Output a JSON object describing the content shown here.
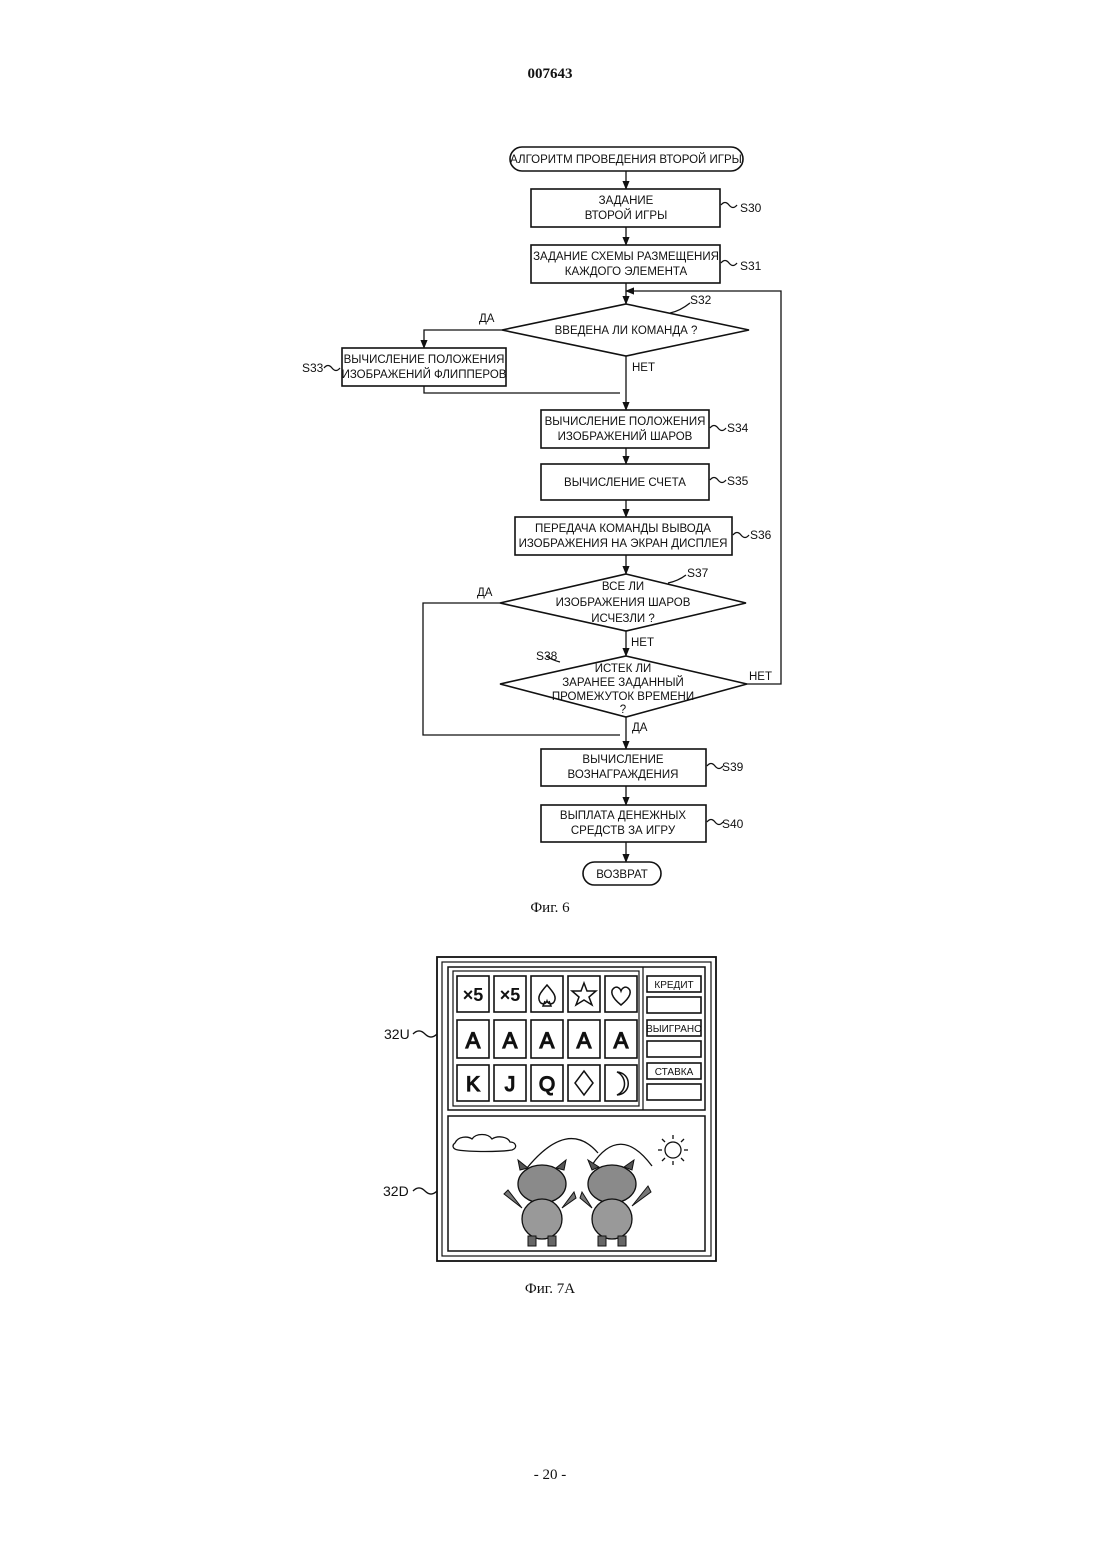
{
  "header": {
    "document_id": "007643"
  },
  "figure6": {
    "caption": "Фиг. 6",
    "start": "АЛГОРИТМ ПРОВЕДЕНИЯ ВТОРОЙ ИГРЫ",
    "s30": {
      "label": "S30",
      "line1": "ЗАДАНИЕ",
      "line2": "ВТОРОЙ ИГРЫ"
    },
    "s31": {
      "label": "S31",
      "line1": "ЗАДАНИЕ СХЕМЫ РАЗМЕЩЕНИЯ",
      "line2": "КАЖДОГО ЭЛЕМЕНТА"
    },
    "s32": {
      "label": "S32",
      "text": "ВВЕДЕНА ЛИ КОМАНДА ?",
      "yes": "ДА",
      "no": "НЕТ"
    },
    "s33": {
      "label": "S33",
      "line1": "ВЫЧИСЛЕНИЕ ПОЛОЖЕНИЯ",
      "line2": "ИЗОБРАЖЕНИЙ ФЛИППЕРОВ"
    },
    "s34": {
      "label": "S34",
      "line1": "ВЫЧИСЛЕНИЕ ПОЛОЖЕНИЯ",
      "line2": "ИЗОБРАЖЕНИЙ ШАРОВ"
    },
    "s35": {
      "label": "S35",
      "line1": "ВЫЧИСЛЕНИЕ СЧЕТА"
    },
    "s36": {
      "label": "S36",
      "line1": "ПЕРЕДАЧА КОМАНДЫ ВЫВОДА",
      "line2": "ИЗОБРАЖЕНИЯ НА ЭКРАН ДИСПЛЕЯ"
    },
    "s37": {
      "label": "S37",
      "line1": "ВСЕ ЛИ",
      "line2": "ИЗОБРАЖЕНИЯ ШАРОВ",
      "line3": "ИСЧЕЗЛИ ?",
      "yes": "ДА",
      "no": "НЕТ"
    },
    "s38": {
      "label": "S38",
      "line1": "ИСТЕК ЛИ",
      "line2": "ЗАРАНЕЕ ЗАДАННЫЙ",
      "line3": "ПРОМЕЖУТОК ВРЕМЕНИ",
      "line4": "?",
      "yes": "ДА",
      "no": "НЕТ"
    },
    "s39": {
      "label": "S39",
      "line1": "ВЫЧИСЛЕНИЕ",
      "line2": "ВОЗНАГРАЖДЕНИЯ"
    },
    "s40": {
      "label": "S40",
      "line1": "ВЫПЛАТА ДЕНЕЖНЫХ",
      "line2": "СРЕДСТВ ЗА ИГРУ"
    },
    "end": "ВОЗВРАТ"
  },
  "figure7a": {
    "caption": "Фиг. 7А",
    "upper_label": "32U",
    "lower_label": "32D",
    "reels": {
      "row1": [
        "×5",
        "×5",
        "spade-icon",
        "star-icon",
        "heart-icon"
      ],
      "row2": [
        "A",
        "A",
        "A",
        "A",
        "A"
      ],
      "row3": [
        "K",
        "J",
        "Q",
        "diamond-icon",
        "moon-icon"
      ]
    },
    "panel": {
      "credit": "КРЕДИТ",
      "won": "ВЫИГРАНО",
      "bet": "СТАВКА"
    }
  },
  "footer": {
    "page_number": "- 20 -"
  }
}
